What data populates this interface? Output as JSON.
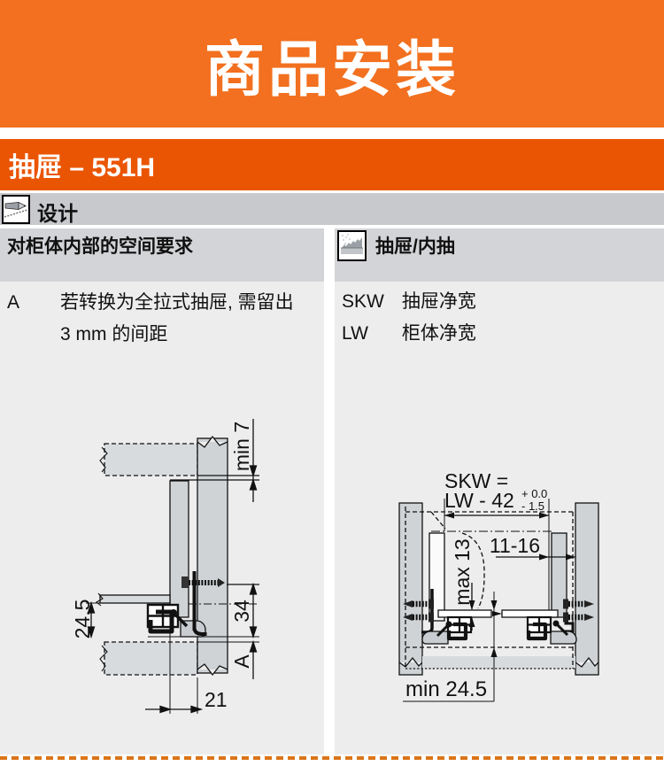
{
  "banner": {
    "title": "商品安装",
    "bg_color": "#F2701F"
  },
  "product_strip": {
    "label": "抽屉 – 551H",
    "bg_color": "#EA5504"
  },
  "design_bar": {
    "label": "设计",
    "icon": "pencil-drafting-icon"
  },
  "left_column": {
    "header": "对柜体内部的空间要求",
    "note_key": "A",
    "note_line1": "若转换为全拉式抽屉, 需留出",
    "note_line2": "3 mm 的间距",
    "diagram_labels": {
      "gap_top": "min 7",
      "runner_height": "24.5",
      "screw_height": "34",
      "bottom_gap": "A",
      "back_offset": "21"
    }
  },
  "right_column": {
    "header": "抽屉/内抽",
    "icon": "drawer-profile-icon",
    "legend": [
      {
        "abbr": "SKW",
        "label": "抽屉净宽"
      },
      {
        "abbr": "LW",
        "label": "柜体净宽"
      }
    ],
    "diagram_labels": {
      "skw_eq": "SKW =",
      "lw_formula": "LW - 42",
      "tol_plus": "+ 0.0",
      "tol_minus": "- 1.5",
      "side_gap": "11-16",
      "bottom_thickness": "max 13",
      "clearance": "min 24.5"
    }
  },
  "footer": {
    "divider_color": "#DB7418"
  }
}
